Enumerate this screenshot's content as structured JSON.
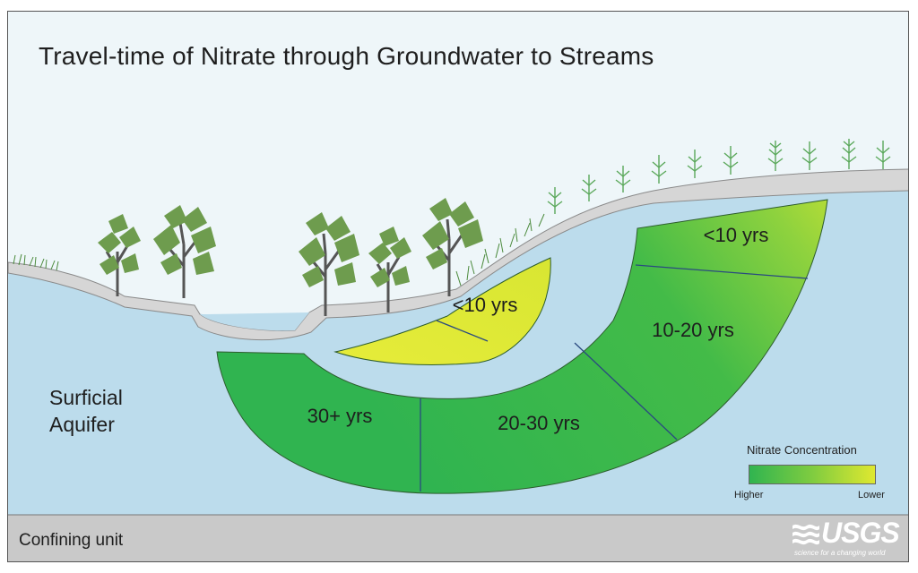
{
  "title": "Travel-time of Nitrate through Groundwater to Streams",
  "labels": {
    "aquifer_line1": "Surficial",
    "aquifer_line2": "Aquifer",
    "confining": "Confining unit"
  },
  "zones": {
    "inner_right": "<10 yrs",
    "outer_right": "<10 yrs",
    "ten_twenty": "10-20 yrs",
    "twenty_thirty": "20-30 yrs",
    "thirty_plus": "30+ yrs"
  },
  "legend": {
    "title": "Nitrate Concentration",
    "high": "Higher",
    "low": "Lower"
  },
  "logo": {
    "name": "USGS",
    "tagline": "science for a changing world"
  },
  "colors": {
    "sky": "#eef6f9",
    "aquifer": "#bcdcec",
    "confining": "#c9c9c9",
    "surface": "#d8d8d8",
    "zone_high": "#30b450",
    "zone_low": "#dfe830",
    "tree_foliage": "#6e9c4e",
    "trunk": "#555555"
  }
}
